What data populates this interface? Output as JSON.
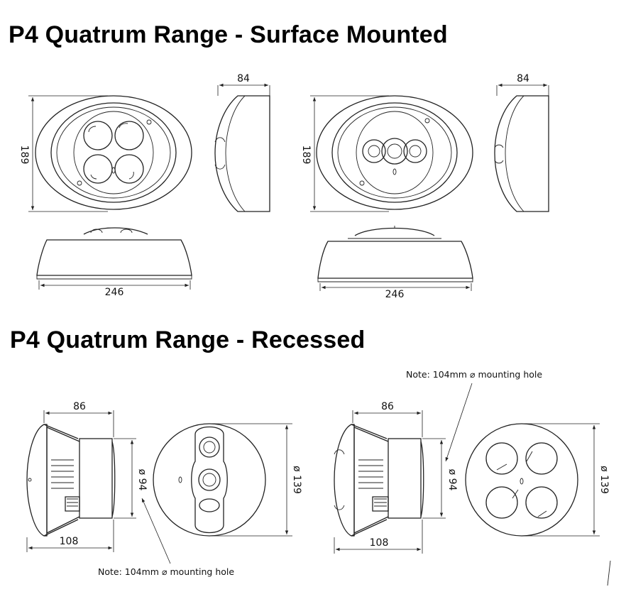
{
  "headings": {
    "surface": "P4 Quatrum Range - Surface Mounted",
    "recessed": "P4 Quatrum Range - Recessed"
  },
  "surface_left": {
    "height": "189",
    "depth": "84",
    "width": "246"
  },
  "surface_right": {
    "height": "189",
    "depth": "84",
    "width": "246"
  },
  "recessed_left": {
    "depth": "86",
    "overall": "108",
    "body_dia": "ø 94",
    "face_dia": "ø 139",
    "note": "Note: 104mm ⌀ mounting hole"
  },
  "recessed_right": {
    "depth": "86",
    "overall": "108",
    "body_dia": "ø 94",
    "face_dia": "ø 139",
    "note": "Note: 104mm ⌀ mounting hole"
  }
}
